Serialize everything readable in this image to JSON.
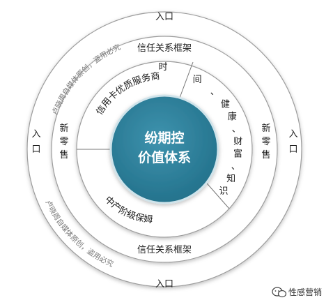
{
  "core": {
    "line1": "纷期控",
    "line2": "价值体系"
  },
  "outer_ring": {
    "top": "入口",
    "bottom": "入口",
    "left": "入口",
    "right": "入口"
  },
  "trust_ring": {
    "top": "信任关系框架",
    "bottom": "信任关系框架",
    "left": "新零售",
    "right": "新零售"
  },
  "inner_ring": {
    "upper_left": "信用卡优质服务商",
    "right": "时间、健康、财富、知识",
    "bottom": "中产阶级保姆"
  },
  "watermark": {
    "top": "卢晓周自媒体原创，盗用必究",
    "bottom": "卢晓周自媒体原创，盗用必究"
  },
  "wechat": {
    "label": "性感营销"
  },
  "colors": {
    "core": "#2a7b96",
    "ring_stroke": "#9c9c9c",
    "sector_line": "#777777"
  }
}
